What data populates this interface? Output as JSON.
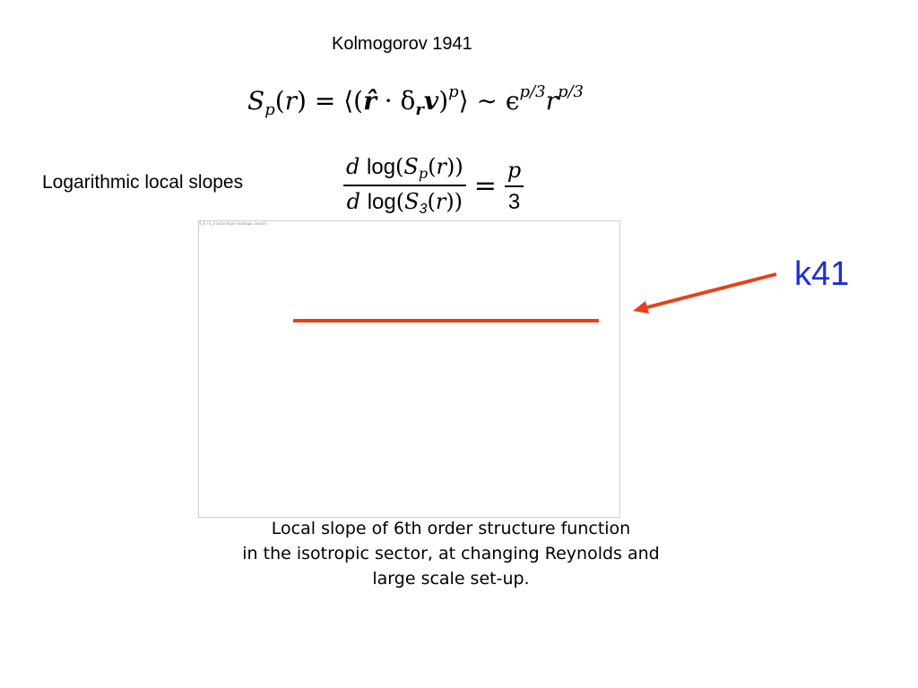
{
  "slide": {
    "title": "Kolmogorov 1941",
    "slope_label": "Logarithmic local slopes",
    "plot_header": "S_6 / S_3 local slope (isotropic sector)",
    "annotation": "k41",
    "caption_lines": [
      "Local slope of 6th order structure function",
      "in the isotropic sector, at changing Reynolds and",
      "large scale set-up."
    ]
  },
  "colors": {
    "k41_line": "#e8411a",
    "arrow": "#e8411a",
    "annotation_text": "#1a2fd6"
  }
}
